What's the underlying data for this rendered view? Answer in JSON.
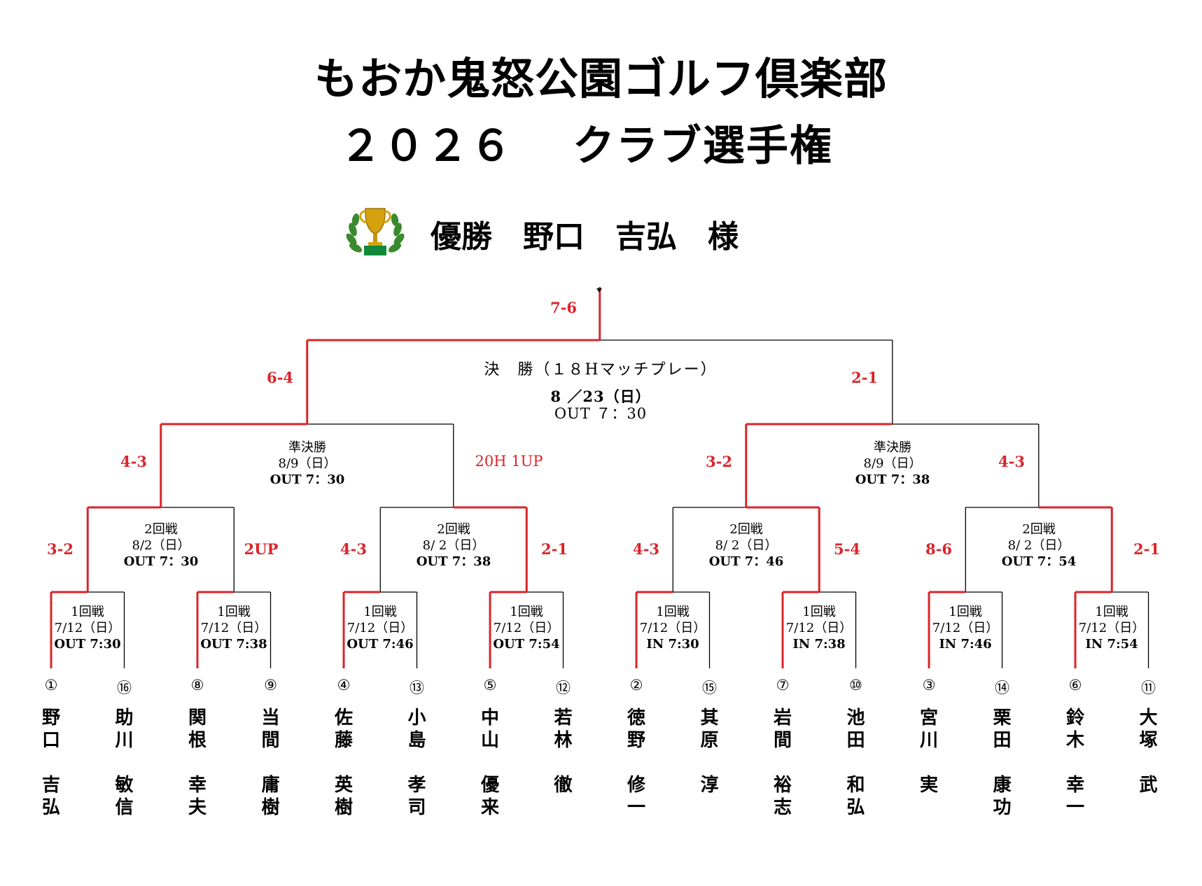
{
  "header": {
    "club": "もおか鬼怒公園ゴルフ倶楽部",
    "event": "２０２６　 クラブ選手権",
    "winner_line": "優勝　野口　吉弘　様"
  },
  "icons": {
    "trophy": "trophy-laurel-icon"
  },
  "colors": {
    "win_line": "#d9252a",
    "line": "#000000",
    "score": "#d9252a"
  },
  "final": {
    "title": "決　勝（１８Hマッチプレー）",
    "date": "8 ／23（日）",
    "time": "OUT ７：30",
    "score_champion": "7-6",
    "score_left": "6-4",
    "score_right": "2-1"
  },
  "semifinals": [
    {
      "title": "準決勝",
      "date": "8/9（日）",
      "time": "OUT 7：30",
      "score_left": "4-3",
      "score_right": "20H 1UP"
    },
    {
      "title": "準決勝",
      "date": "8/9（日）",
      "time": "OUT 7：38",
      "score_left": "3-2",
      "score_right": "4-3"
    }
  ],
  "round2": [
    {
      "title": "2回戦",
      "date": "8/2（日）",
      "time": "OUT 7：30",
      "score_left": "3-2",
      "score_right": "2UP"
    },
    {
      "title": "2回戦",
      "date": "8/ 2（日）",
      "time": "OUT 7：38",
      "score_left": "4-3",
      "score_right": "2-1"
    },
    {
      "title": "2回戦",
      "date": "8/ 2（日）",
      "time": "OUT 7：46",
      "score_left": "4-3",
      "score_right": "5-4"
    },
    {
      "title": "2回戦",
      "date": "8/ 2（日）",
      "time": "OUT 7：54",
      "score_left": "8-6",
      "score_right": "2-1"
    }
  ],
  "round1": [
    {
      "title": "1回戦",
      "date": "7/12（日）",
      "time": "OUT 7:30"
    },
    {
      "title": "1回戦",
      "date": "7/12（日）",
      "time": "OUT 7:38"
    },
    {
      "title": "1回戦",
      "date": "7/12（日）",
      "time": "OUT 7:46"
    },
    {
      "title": "1回戦",
      "date": "7/12（日）",
      "time": "OUT 7:54"
    },
    {
      "title": "1回戦",
      "date": "7/12（日）",
      "time": "IN 7:30"
    },
    {
      "title": "1回戦",
      "date": "7/12（日）",
      "time": "IN 7:38"
    },
    {
      "title": "1回戦",
      "date": "7/12（日）",
      "time": "IN 7:46"
    },
    {
      "title": "1回戦",
      "date": "7/12（日）",
      "time": "IN 7:54"
    }
  ],
  "players": [
    {
      "seed": "①",
      "name": [
        "野",
        "口",
        "",
        "吉",
        "弘"
      ]
    },
    {
      "seed": "⑯",
      "name": [
        "助",
        "川",
        "",
        "敏",
        "信"
      ]
    },
    {
      "seed": "⑧",
      "name": [
        "関",
        "根",
        "",
        "幸",
        "夫"
      ]
    },
    {
      "seed": "⑨",
      "name": [
        "当",
        "間",
        "",
        "庸",
        "樹"
      ]
    },
    {
      "seed": "④",
      "name": [
        "佐",
        "藤",
        "",
        "英",
        "樹"
      ]
    },
    {
      "seed": "⑬",
      "name": [
        "小",
        "島",
        "",
        "孝",
        "司"
      ]
    },
    {
      "seed": "⑤",
      "name": [
        "中",
        "山",
        "",
        "優",
        "来"
      ]
    },
    {
      "seed": "⑫",
      "name": [
        "若",
        "林",
        "",
        "徹",
        ""
      ]
    },
    {
      "seed": "②",
      "name": [
        "徳",
        "野",
        "",
        "修",
        "一"
      ]
    },
    {
      "seed": "⑮",
      "name": [
        "其",
        "原",
        "",
        "淳",
        ""
      ]
    },
    {
      "seed": "⑦",
      "name": [
        "岩",
        "間",
        "",
        "裕",
        "志"
      ]
    },
    {
      "seed": "⑩",
      "name": [
        "池",
        "田",
        "",
        "和",
        "弘"
      ]
    },
    {
      "seed": "③",
      "name": [
        "宮",
        "川",
        "",
        "実",
        ""
      ]
    },
    {
      "seed": "⑭",
      "name": [
        "栗",
        "田",
        "",
        "康",
        "功"
      ]
    },
    {
      "seed": "⑥",
      "name": [
        "鈴",
        "木",
        "",
        "幸",
        "一"
      ]
    },
    {
      "seed": "⑪",
      "name": [
        "大",
        "塚",
        "",
        "武",
        ""
      ]
    }
  ]
}
